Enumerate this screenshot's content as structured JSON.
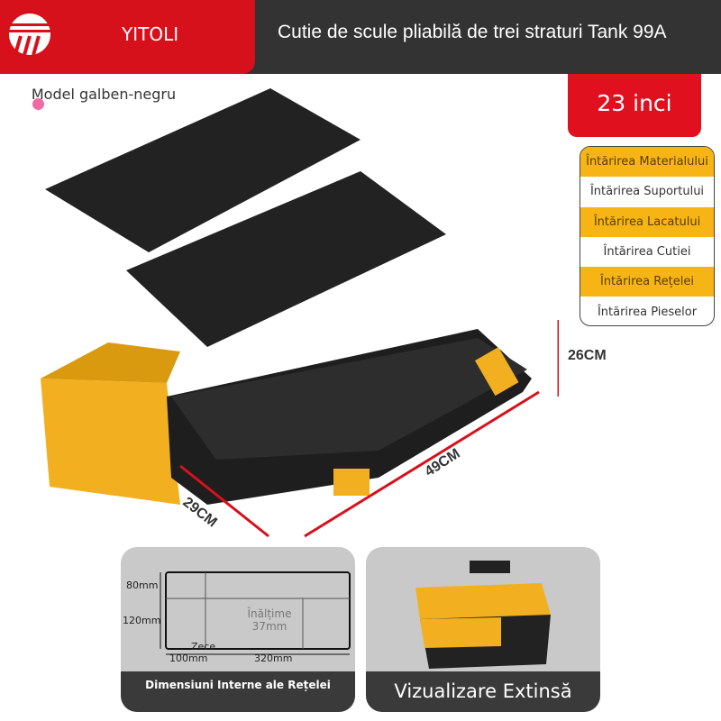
{
  "header": {
    "brand": "YITOLI",
    "title": "Cutie de scule pliabilă de trei straturi Tank 99A"
  },
  "model": {
    "label": "Model galben-negru",
    "color": "#f06aa8"
  },
  "size_badge": "23 inci",
  "features": [
    "Întărirea Materialului",
    "Întărirea Suportului",
    "Întărirea Lacatului",
    "Întărirea Cutiei",
    "Întărirea Rețelei",
    "Întărirea Pieselor"
  ],
  "dimensions": {
    "height": "26CM",
    "length": "49CM",
    "width": "29CM"
  },
  "inner_panel": {
    "h1": "80mm",
    "h2": "120mm",
    "center": "Înălțime 37mm",
    "zece": "Zece",
    "w1": "100mm",
    "w2": "320mm",
    "caption": "Dimensiuni Interne ale Rețelei"
  },
  "extended_panel": {
    "caption": "Vizualizare Extinsă"
  },
  "colors": {
    "brand_red": "#d7111c",
    "accent_yellow": "#f7b515",
    "dark": "#333333"
  }
}
